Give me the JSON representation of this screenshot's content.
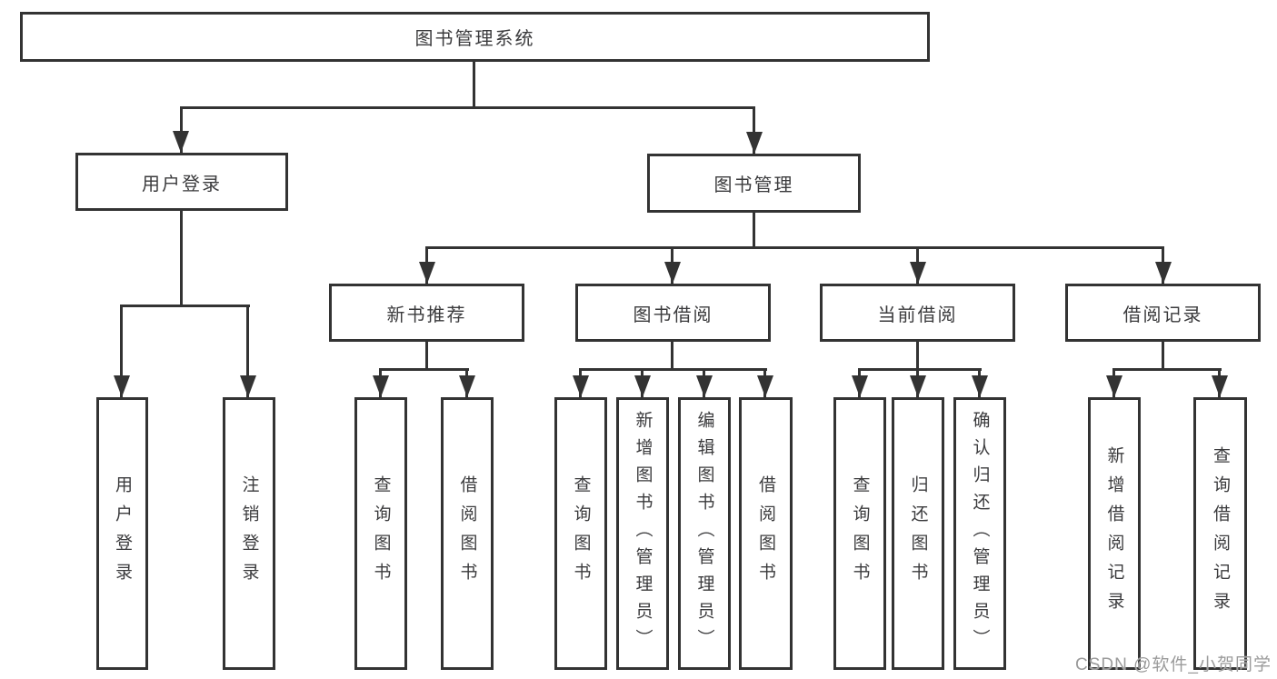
{
  "diagram": {
    "root": "图书管理系统",
    "level2": [
      "用户登录",
      "图书管理"
    ],
    "level3": [
      "新书推荐",
      "图书借阅",
      "当前借阅",
      "借阅记录"
    ],
    "leaves": {
      "login": [
        "用户登录",
        "注销登录"
      ],
      "recommend": [
        "查询图书",
        "借阅图书"
      ],
      "borrow": [
        "查询图书",
        "新增图书（管理员）",
        "编辑图书（管理员）",
        "借阅图书"
      ],
      "current": [
        "查询图书",
        "归还图书",
        "确认归还（管理员）"
      ],
      "records": [
        "新增借阅记录",
        "查询借阅记录"
      ]
    }
  },
  "watermark": "CSDN @软件_小贺同学",
  "colors": {
    "line": "#333333",
    "text": "#3b3b3d",
    "watermark": "#9b9b9b",
    "background": "#ffffff"
  }
}
